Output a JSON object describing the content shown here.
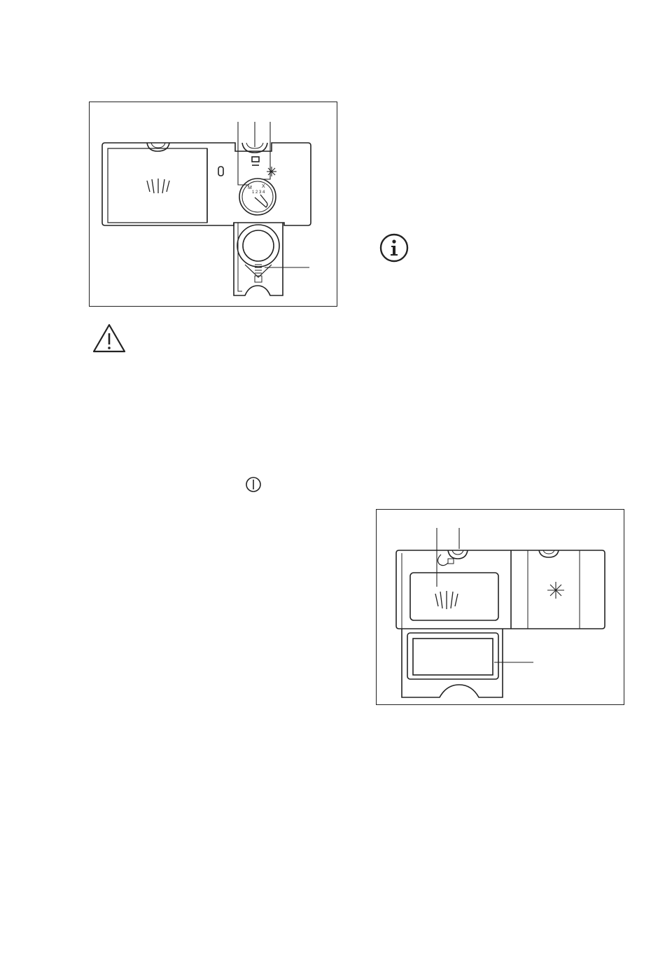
{
  "page": {
    "background": "#ffffff",
    "line_color": "#222222"
  },
  "figures": [
    {
      "id": "rinse-aid-dispenser-dial",
      "description_icons": [
        "rinse-aid-dial-icon",
        "detergent-icon",
        "rinse-aid-icon",
        "callout-lines"
      ]
    },
    {
      "id": "detergent-dispenser-lid",
      "description_icons": [
        "detergent-icon",
        "rinse-aid-icon",
        "callout-lines"
      ]
    }
  ],
  "icons": {
    "warning": "warning-triangle-icon",
    "info": "info-icon",
    "power": "power-symbol-icon"
  }
}
